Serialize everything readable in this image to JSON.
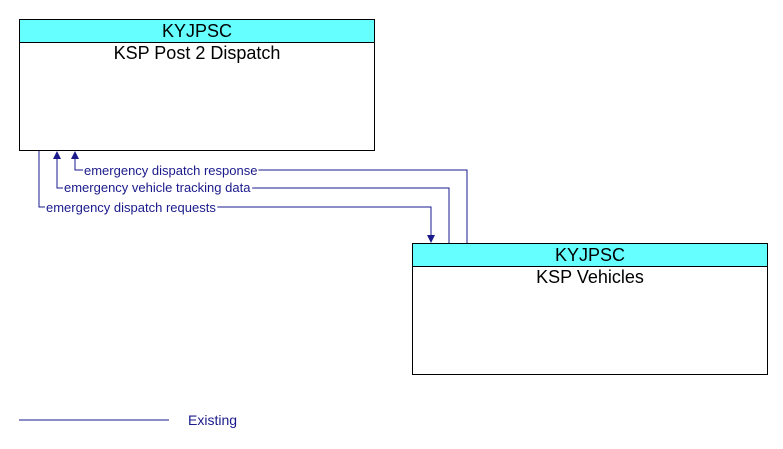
{
  "colors": {
    "header_fill": "#66ffff",
    "flow_line": "#1a1a8c",
    "border": "#000000"
  },
  "boxes": {
    "dispatch": {
      "header": "KYJPSC",
      "title": "KSP Post 2 Dispatch"
    },
    "vehicles": {
      "header": "KYJPSC",
      "title": "KSP Vehicles"
    }
  },
  "flows": {
    "response": "emergency dispatch response",
    "tracking": "emergency vehicle tracking data",
    "requests": "emergency dispatch requests"
  },
  "legend": {
    "existing": "Existing"
  }
}
